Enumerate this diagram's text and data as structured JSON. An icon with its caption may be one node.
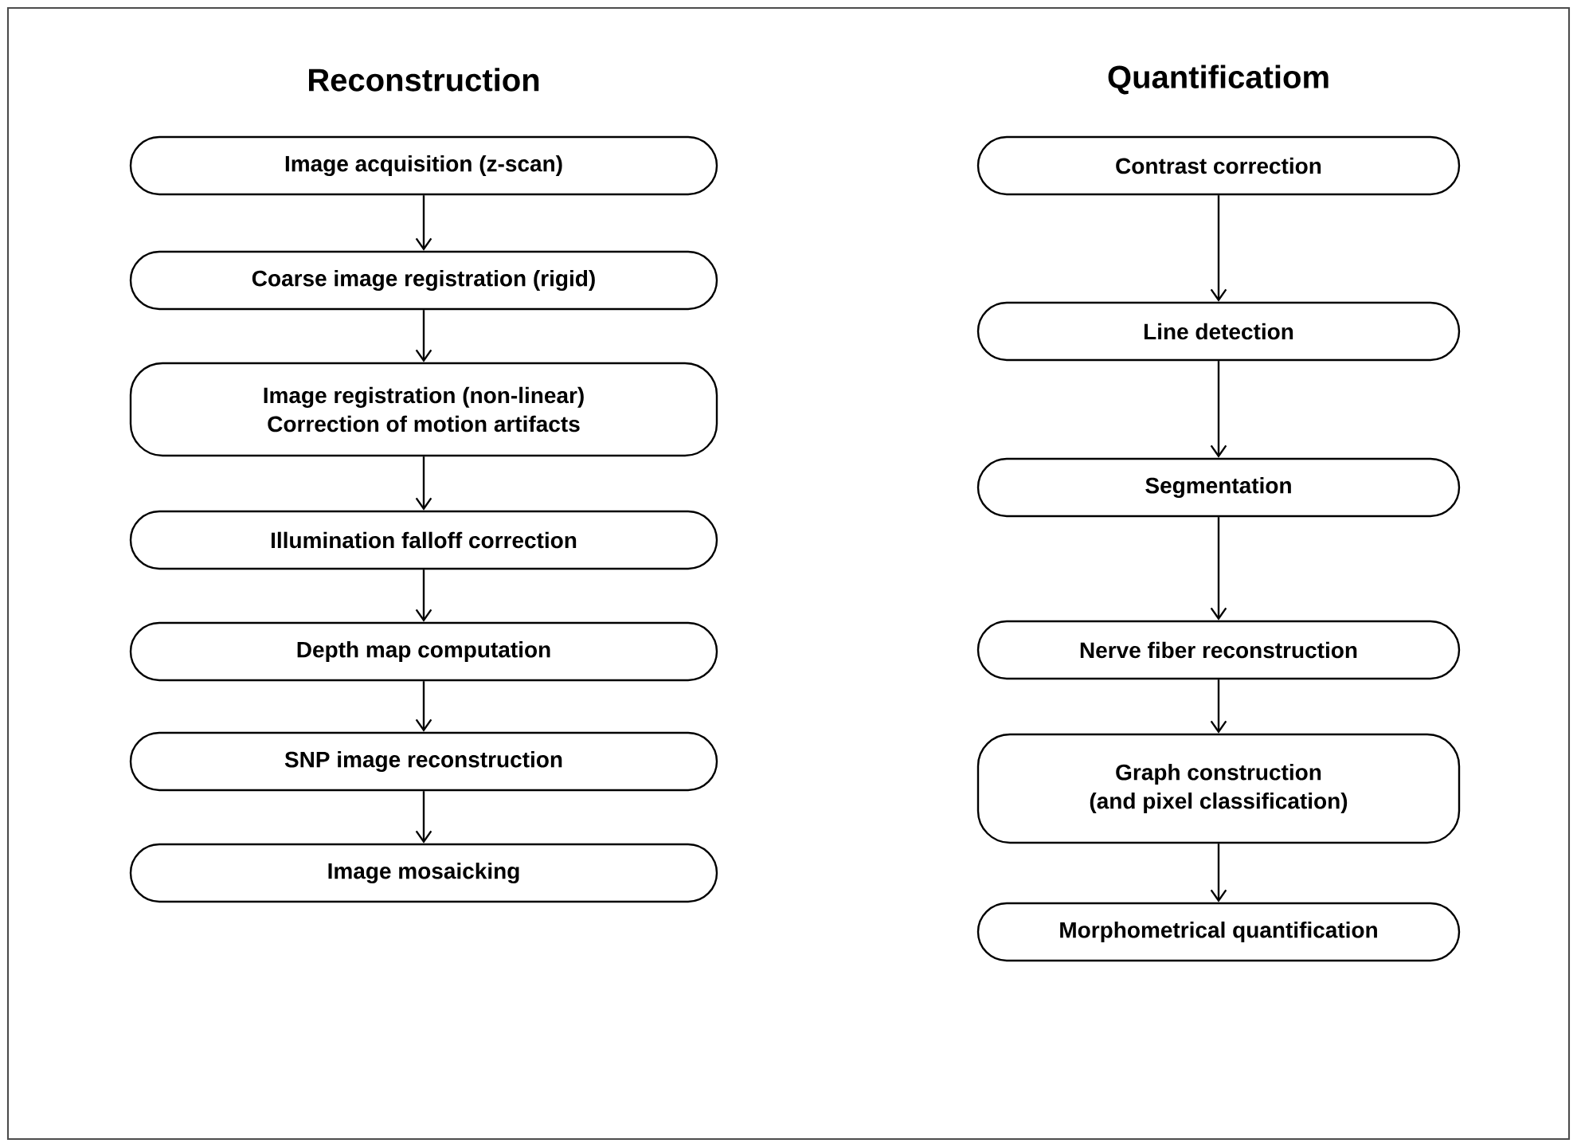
{
  "diagram": {
    "nodes": [
      {
        "text": [
          "Image acquisition (z-scan)"
        ]
      },
      {
        "text": [
          "Coarse image registration (rigid)"
        ]
      },
      {
        "text": [
          "Image registration (non-linear)",
          "Correction of motion artifacts"
        ]
      },
      {
        "text": [
          "Illumination falloff correction"
        ]
      },
      {
        "text": [
          "Depth map computation"
        ]
      },
      {
        "text": [
          "SNP image reconstruction"
        ]
      },
      {
        "text": [
          "Image mosaicking"
        ]
      },
      {
        "text": [
          "Contrast correction"
        ]
      },
      {
        "text": [
          "Line detection"
        ]
      },
      {
        "text": [
          "Segmentation"
        ]
      },
      {
        "text": [
          "Nerve fiber reconstruction"
        ]
      },
      {
        "text": [
          "Graph construction",
          "(and pixel classification)"
        ]
      },
      {
        "text": [
          "Morphometrical quantification"
        ]
      }
    ],
    "edges": [
      {
        "from": 0,
        "to": 1,
        "arrow": "to"
      },
      {
        "from": 1,
        "to": 2,
        "arrow": "to"
      },
      {
        "from": 2,
        "to": 3,
        "arrow": "to"
      },
      {
        "from": 3,
        "to": 4,
        "arrow": "to"
      },
      {
        "from": 4,
        "to": 5,
        "arrow": "to"
      },
      {
        "from": 5,
        "to": 6,
        "arrow": "to"
      },
      {
        "from": 7,
        "to": 8,
        "arrow": "to"
      },
      {
        "from": 8,
        "to": 9,
        "arrow": "to"
      },
      {
        "from": 9,
        "to": 10,
        "arrow": "to"
      },
      {
        "from": 10,
        "to": 11,
        "arrow": "to"
      },
      {
        "from": 11,
        "to": 12,
        "arrow": "to"
      }
    ],
    "labels": [
      "Reconstruction",
      "Quantificatiom"
    ]
  }
}
